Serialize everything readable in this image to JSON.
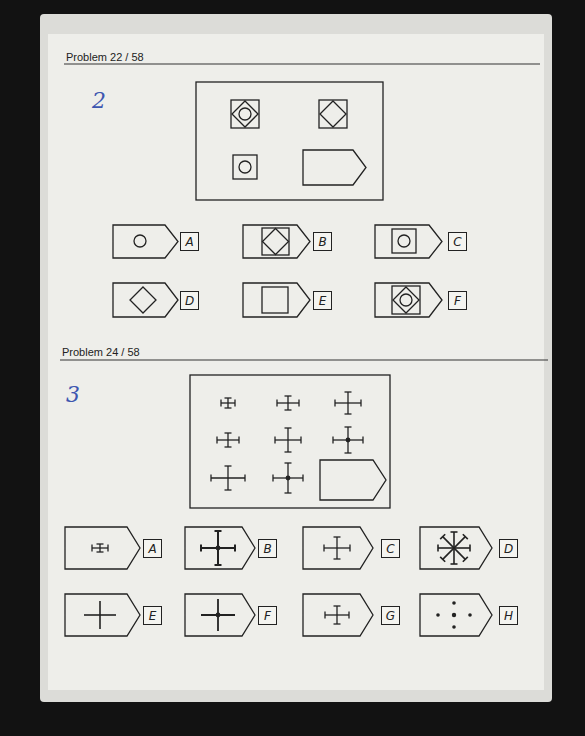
{
  "diagram": {
    "nodes": [
      {
        "text": [
          "A"
        ]
      },
      {
        "text": [
          "B"
        ]
      },
      {
        "text": [
          "C"
        ]
      },
      {
        "text": [
          "D"
        ]
      },
      {
        "text": [
          "E"
        ]
      },
      {
        "text": [
          "F"
        ]
      },
      {
        "text": [
          "A"
        ]
      },
      {
        "text": [
          "B"
        ]
      },
      {
        "text": [
          "C"
        ]
      },
      {
        "text": [
          "D"
        ]
      },
      {
        "text": [
          "E"
        ]
      },
      {
        "text": [
          "F"
        ]
      },
      {
        "text": [
          "G"
        ]
      },
      {
        "text": [
          "H"
        ]
      }
    ],
    "labels": [
      "Problem 22 / 58",
      "2",
      "Problem 24 / 58",
      "3"
    ]
  }
}
